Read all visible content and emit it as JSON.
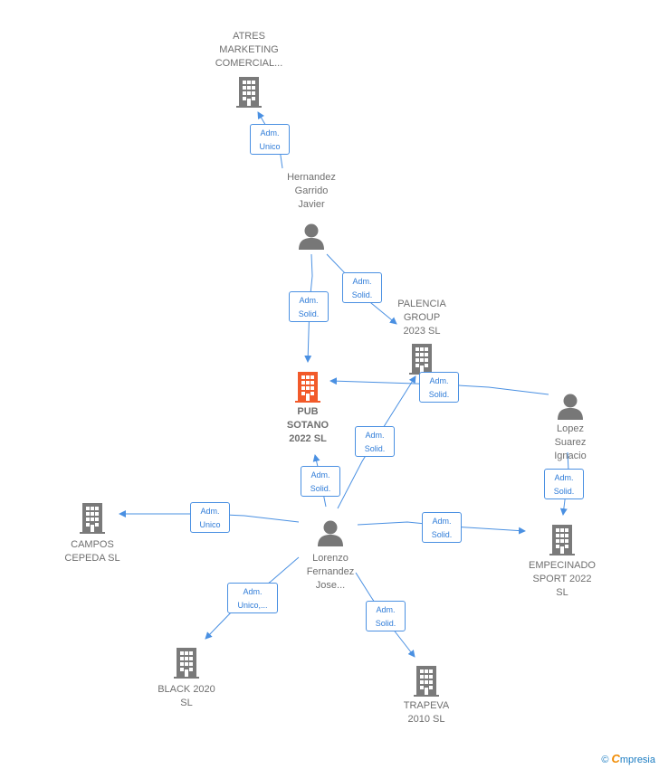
{
  "colors": {
    "company": "#7a7a7a",
    "focus_company": "#f25a2a",
    "person": "#777777",
    "edge": "#4a90e2",
    "edge_label_text": "#2f7cd8"
  },
  "nodes": {
    "atres": {
      "type": "company",
      "label": "ATRES\nMARKETING\nCOMERCIAL..."
    },
    "hernandez": {
      "type": "person",
      "label": "Hernandez\nGarrido\nJavier"
    },
    "palencia": {
      "type": "company",
      "label": "PALENCIA\nGROUP\n2023  SL"
    },
    "pub": {
      "type": "company",
      "focus": true,
      "label": "PUB\nSOTANO\n2022  SL"
    },
    "lopez": {
      "type": "person",
      "label": "Lopez\nSuarez\nIgnacio"
    },
    "campos": {
      "type": "company",
      "label": "CAMPOS\nCEPEDA SL"
    },
    "lorenzo": {
      "type": "person",
      "label": "Lorenzo\nFernandez\nJose..."
    },
    "empecinado": {
      "type": "company",
      "label": "EMPECINADO\nSPORT 2022\nSL"
    },
    "black": {
      "type": "company",
      "label": "BLACK 2020\nSL"
    },
    "trapeva": {
      "type": "company",
      "label": "TRAPEVA\n2010 SL"
    }
  },
  "edges": [
    {
      "from": "hernandez",
      "to": "atres",
      "label": "Adm.\nUnico"
    },
    {
      "from": "hernandez",
      "to": "pub",
      "label": "Adm.\nSolid."
    },
    {
      "from": "hernandez",
      "to": "palencia",
      "label": "Adm.\nSolid."
    },
    {
      "from": "lopez",
      "to": "pub",
      "label": "Adm.\nSolid."
    },
    {
      "from": "lopez",
      "to": "empecinado",
      "label": "Adm.\nSolid."
    },
    {
      "from": "lorenzo",
      "to": "palencia",
      "label": "Adm.\nSolid."
    },
    {
      "from": "lorenzo",
      "to": "pub",
      "label": "Adm.\nSolid."
    },
    {
      "from": "lorenzo",
      "to": "campos",
      "label": "Adm.\nUnico"
    },
    {
      "from": "lorenzo",
      "to": "empecinado",
      "label": "Adm.\nSolid."
    },
    {
      "from": "lorenzo",
      "to": "black",
      "label": "Adm.\nUnico,..."
    },
    {
      "from": "lorenzo",
      "to": "trapeva",
      "label": "Adm.\nSolid."
    }
  ],
  "footer": {
    "copyright": "©",
    "brand_initial": "C",
    "brand_rest": "mpresia"
  }
}
